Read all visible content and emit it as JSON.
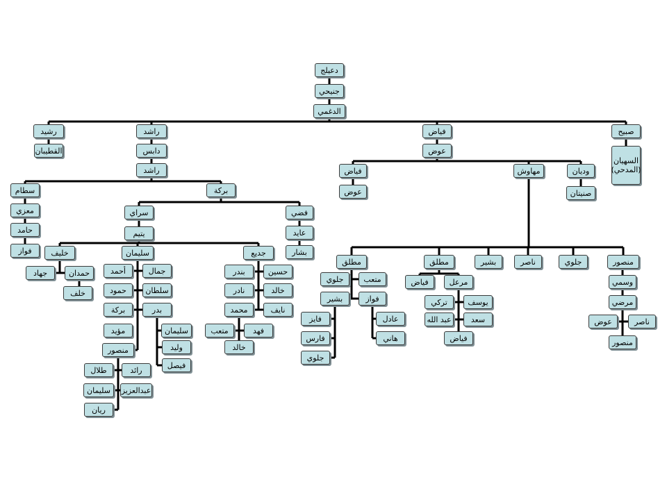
{
  "nodes": {
    "n1": "دعيلج",
    "n2": "جنيحي",
    "n3": "الدغمي",
    "rashid_top": "رشيد",
    "qutayban": "القطيبان",
    "rashed1": "راشد",
    "dabis": "دابس",
    "rashed2": "راشد",
    "fayyad_top": "فياض",
    "awad_top": "عوض",
    "subayh": "صبيح",
    "suhayhan": "السهيان\n(المدحي)",
    "fayyad2": "فياض",
    "awad2": "عوض",
    "mahawish": "مهاوش",
    "wadyan": "وديان",
    "sunaytan": "صنيتان",
    "sattam": "سطام",
    "mizri": "معزي",
    "hamid": "حامد",
    "fawaz_l": "فواز",
    "baraka": "بركة",
    "sarai": "سراي",
    "yatim": "يتيم",
    "fadhi": "فضي",
    "ayid": "عايد",
    "bashar": "بشار",
    "khalif": "خليف",
    "sulaiman": "سليمان",
    "judai": "جديع",
    "jihad": "جهاد",
    "hamdan": "حمدان",
    "khalaf": "خلف",
    "ahmad": "أحمد",
    "jamal": "جمال",
    "hamud": "حمود",
    "sultan": "سلطان",
    "baraka2": "بركة",
    "badr_s": "بدر",
    "muayyad": "مؤيد",
    "sulaiman2": "سليمان",
    "walid": "وليد",
    "faisal": "فيصل",
    "mansour_s": "منصور",
    "talal": "طلال",
    "raid": "رائد",
    "sulaiman3": "سليمان",
    "abdulaziz": "عبدالعزيز",
    "rayan": "ريان",
    "bandar": "بندر",
    "husain": "حسين",
    "nadir": "نادر",
    "khalid1": "خالد",
    "muhammad": "محمد",
    "nayif": "نايف",
    "mutib1": "متعب",
    "fahd": "فهد",
    "khalid2": "خالد",
    "mutlaq1": "مطلق",
    "mutlaq2": "مطلق",
    "bashir_m": "بشير",
    "nasir_m": "ناصر",
    "jalawi_m": "جلوي",
    "mansour_m": "منصور",
    "jalawi2": "جلوي",
    "mutib2": "متعب",
    "bashir2": "بشير",
    "fawaz2": "فواز",
    "fayiz": "فايز",
    "faris": "فارس",
    "jalawi3": "جلوي",
    "adil": "عادل",
    "hani": "هاني",
    "fayyad3": "فياض",
    "murial": "مرعل",
    "turki": "تركي",
    "yousef": "يوسف",
    "abdullah": "عبد الله",
    "saad": "سعد",
    "fayyad4": "فياض",
    "wasmi": "وسمي",
    "murdhi": "مرضي",
    "awad3": "عوض",
    "nasir2": "ناصر",
    "mansour2": "منصور"
  }
}
